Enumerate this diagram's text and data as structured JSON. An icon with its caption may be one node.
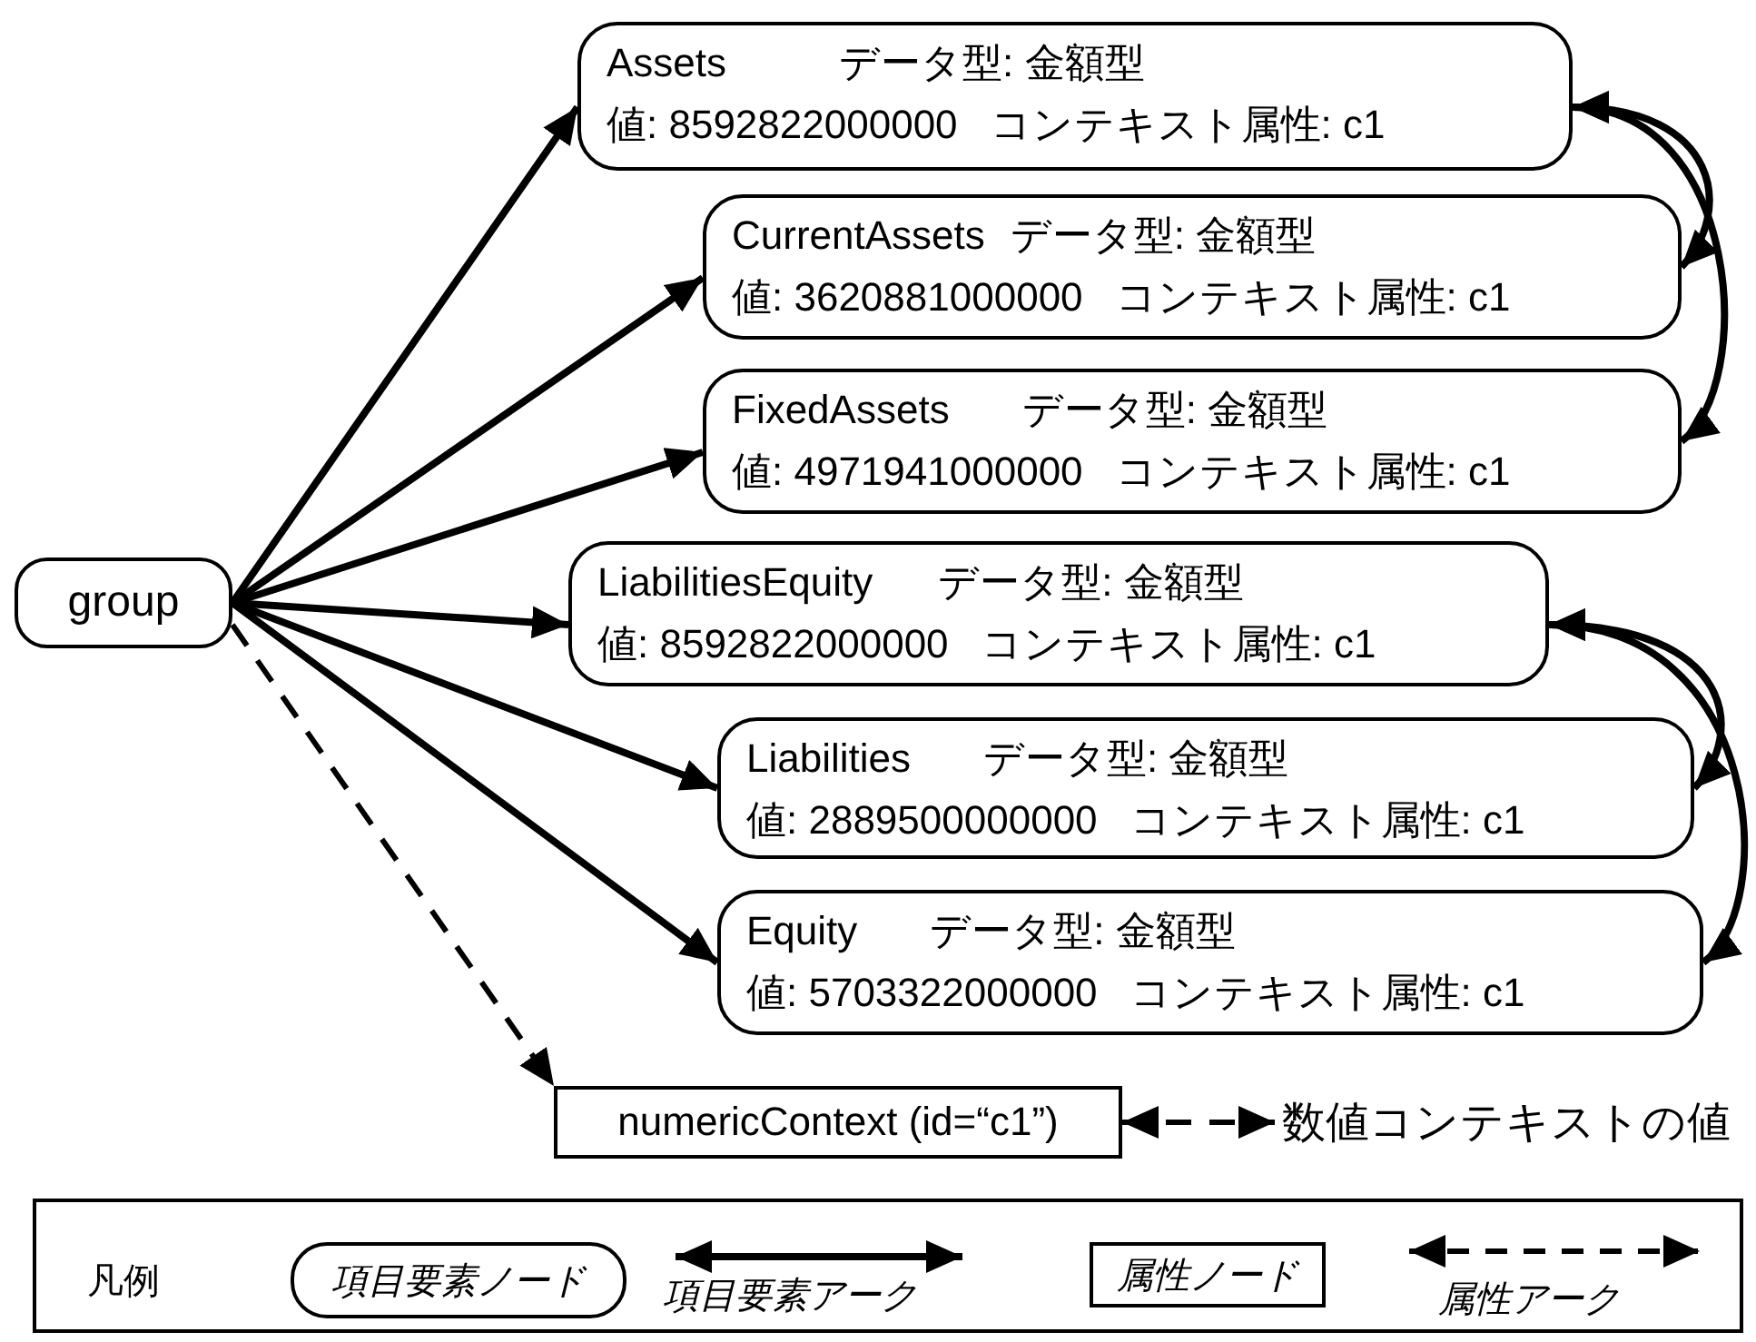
{
  "diagram": {
    "nodes": [
      {
        "text": [
          "group"
        ]
      },
      {
        "text": [
          "Assets",
          "データ型: 金額型",
          "値: 8592822000000",
          "コンテキスト属性: c1"
        ]
      },
      {
        "text": [
          "CurrentAssets",
          "データ型: 金額型",
          "値: 3620881000000",
          "コンテキスト属性: c1"
        ]
      },
      {
        "text": [
          "FixedAssets",
          "データ型: 金額型",
          "値: 4971941000000",
          "コンテキスト属性: c1"
        ]
      },
      {
        "text": [
          "LiabilitiesEquity",
          "データ型: 金額型",
          "値: 8592822000000",
          "コンテキスト属性: c1"
        ]
      },
      {
        "text": [
          "Liabilities",
          "データ型: 金額型",
          "値: 2889500000000",
          "コンテキスト属性: c1"
        ]
      },
      {
        "text": [
          "Equity",
          "データ型: 金額型",
          "値: 5703322000000",
          "コンテキスト属性: c1"
        ]
      },
      {
        "text": [
          "numericContext (id=“c1”)"
        ]
      },
      {
        "text": [
          "数値コンテキストの値"
        ]
      }
    ],
    "edges": [
      {
        "from": 0,
        "to": 1,
        "arrow": "to"
      },
      {
        "from": 0,
        "to": 2,
        "arrow": "to"
      },
      {
        "from": 0,
        "to": 3,
        "arrow": "to"
      },
      {
        "from": 0,
        "to": 4,
        "arrow": "to"
      },
      {
        "from": 0,
        "to": 5,
        "arrow": "to"
      },
      {
        "from": 0,
        "to": 6,
        "arrow": "to"
      },
      {
        "from": 0,
        "to": 7,
        "arrow": "to",
        "style": "dashed"
      },
      {
        "from": 1,
        "to": 2,
        "arrow": "both"
      },
      {
        "from": 1,
        "to": 3,
        "arrow": "both"
      },
      {
        "from": 4,
        "to": 5,
        "arrow": "both"
      },
      {
        "from": 4,
        "to": 6,
        "arrow": "both"
      },
      {
        "from": 7,
        "to": 8,
        "arrow": "both",
        "style": "dashed"
      }
    ],
    "labels": [
      "凡例"
    ],
    "legend": [
      {
        "text": "項目要素ノード"
      },
      {
        "text": "項目要素アーク"
      },
      {
        "text": "属性ノード"
      },
      {
        "text": "属性アーク"
      }
    ]
  }
}
